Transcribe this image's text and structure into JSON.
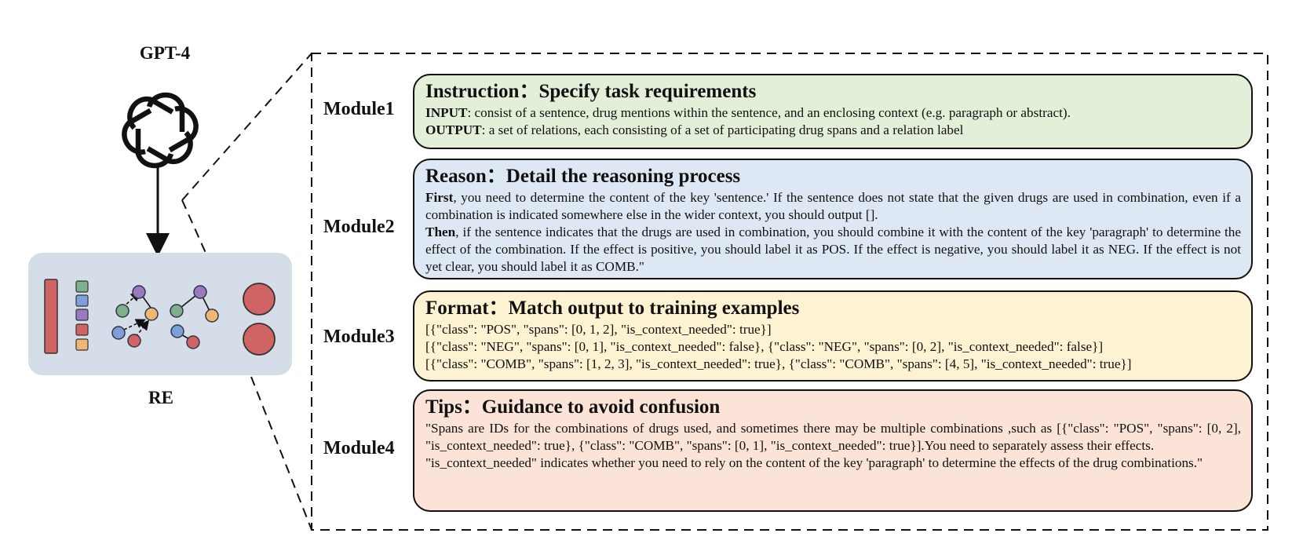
{
  "left_panel": {
    "model_title": "GPT-4",
    "task_label": "RE",
    "logo_icon": "openai-logo-icon",
    "colors": {
      "panel_bg": "#d5dde8",
      "red": "#d06464",
      "green": "#7fb08e",
      "blue": "#7f9edc",
      "purple": "#9b79c1",
      "orange": "#f2b673"
    }
  },
  "modules": [
    {
      "label": "Module1",
      "title": "Instruction：Specify task requirements",
      "bg": "#e3efd9",
      "lines": [
        {
          "lead": "INPUT",
          "text": ": consist of a sentence, drug mentions within the sentence, and an enclosing context (e.g. paragraph or abstract)."
        },
        {
          "lead": "OUTPUT",
          "text": ": a set of relations, each consisting of a set of participating drug spans and a relation label"
        }
      ]
    },
    {
      "label": "Module2",
      "title": "Reason：Detail the reasoning process",
      "bg": "#dde8f4",
      "lines": [
        {
          "lead": "First",
          "text": ", you need to determine the content of the key 'sentence.' If the sentence does not state that the given drugs are used in combination, even if a combination is indicated somewhere else in the wider context, you should output []."
        },
        {
          "lead": "Then",
          "text": ", if the sentence indicates that the drugs are used in combination, you should combine it with the content of the key 'paragraph' to determine the effect of the combination. If the effect is positive, you should label it as POS. If the effect is negative, you should label it as NEG. If the effect is not yet clear, you should label it as COMB.\""
        }
      ]
    },
    {
      "label": "Module3",
      "title": "Format：Match output to training examples",
      "bg": "#fdf3d2",
      "lines": [
        {
          "lead": "",
          "text": "[{\"class\": \"POS\", \"spans\": [0, 1, 2], \"is_context_needed\": true}]"
        },
        {
          "lead": "",
          "text": "[{\"class\": \"NEG\", \"spans\": [0, 1], \"is_context_needed\": false}, {\"class\": \"NEG\", \"spans\": [0, 2], \"is_context_needed\": false}]"
        },
        {
          "lead": "",
          "text": "[{\"class\": \"COMB\", \"spans\": [1, 2, 3], \"is_context_needed\": true}, {\"class\": \"COMB\", \"spans\": [4, 5], \"is_context_needed\": true}]"
        }
      ]
    },
    {
      "label": "Module4",
      "title": "Tips：Guidance to avoid  confusion",
      "bg": "#fbe4d7",
      "lines": [
        {
          "lead": "",
          "text": "\"Spans are IDs for the combinations of drugs used, and sometimes there may be multiple combinations ,such as [{\"class\": \"POS\", \"spans\": [0, 2], \"is_context_needed\": true}, {\"class\": \"COMB\", \"spans\": [0, 1], \"is_context_needed\": true}].You need to separately assess their effects."
        },
        {
          "lead": "",
          "text": "\"is_context_needed\" indicates whether you need to rely on the content of the key 'paragraph' to determine the effects of the drug combinations.\""
        }
      ]
    }
  ]
}
